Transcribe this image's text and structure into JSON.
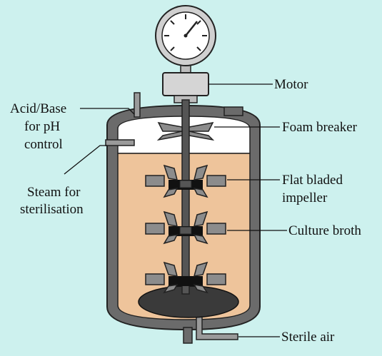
{
  "labels": {
    "motor": "Motor",
    "acid_base_line1": "Acid/Base",
    "acid_base_line2": "for pH",
    "acid_base_line3": "control",
    "foam_breaker": "Foam breaker",
    "impeller_line1": "Flat bladed",
    "impeller_line2": "impeller",
    "steam_line1": "Steam for",
    "steam_line2": "sterilisation",
    "culture_broth": "Culture broth",
    "sterile_air": "Sterile air"
  },
  "colors": {
    "background": "#cdf1ee",
    "broth": "#eec49b",
    "headspace": "#ffffff",
    "vessel_wall": "#6b6b6b",
    "shaft": "#555555",
    "blade": "#8c8c8c",
    "sparger": "#3a3a3a",
    "motor_housing": "#d5d5d5"
  },
  "icons": {
    "gauge": "pressure-gauge-icon"
  }
}
